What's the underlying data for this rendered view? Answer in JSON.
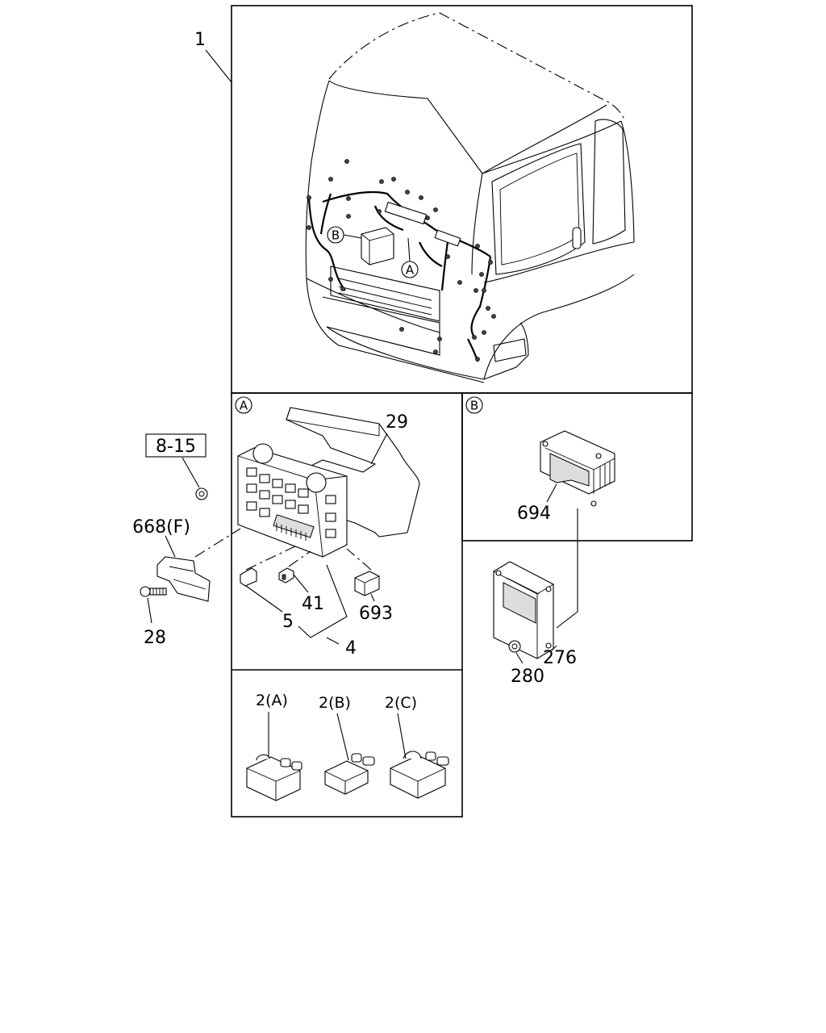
{
  "labels": {
    "main_assembly": "1",
    "detail_a_marker": "A",
    "detail_b_marker": "B",
    "ref_box": "8-15",
    "bracket": "668(F)",
    "bolt": "28",
    "cover": "29",
    "fuse_41": "41",
    "relay_693": "693",
    "item_5": "5",
    "item_4": "4",
    "ecu_cover": "694",
    "ecu": "276",
    "nut_280": "280",
    "fuse_2a": "2(A)",
    "fuse_2b": "2(B)",
    "fuse_2c": "2(C)"
  }
}
